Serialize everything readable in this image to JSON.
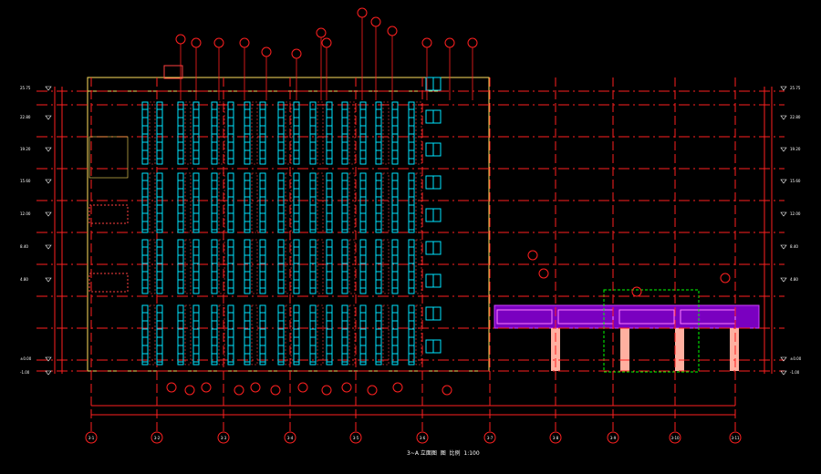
{
  "drawing": {
    "title_text": "3~A 立面图",
    "scale_text": "1:100",
    "title_mark_1": "图",
    "title_mark_2": "比例"
  },
  "grid_axes": [
    "3-1",
    "3-2",
    "3-3",
    "3-4",
    "3-5",
    "3-6",
    "3-7",
    "3-8",
    "3-9",
    "3-10",
    "3-11"
  ],
  "level_marks": [
    "25.75",
    "22.80",
    "19.20",
    "15.60",
    "12.00",
    "8.40",
    "4.80",
    "±0.00",
    "-1.00"
  ],
  "colors": {
    "background": "#000000",
    "grid": "#ff2020",
    "window": "#00e5ff",
    "glass_hatch": "#ff4040",
    "canopy": "#b000ff",
    "highlight": "#00ff00",
    "outline": "#ffe060",
    "text": "#ffffff"
  }
}
